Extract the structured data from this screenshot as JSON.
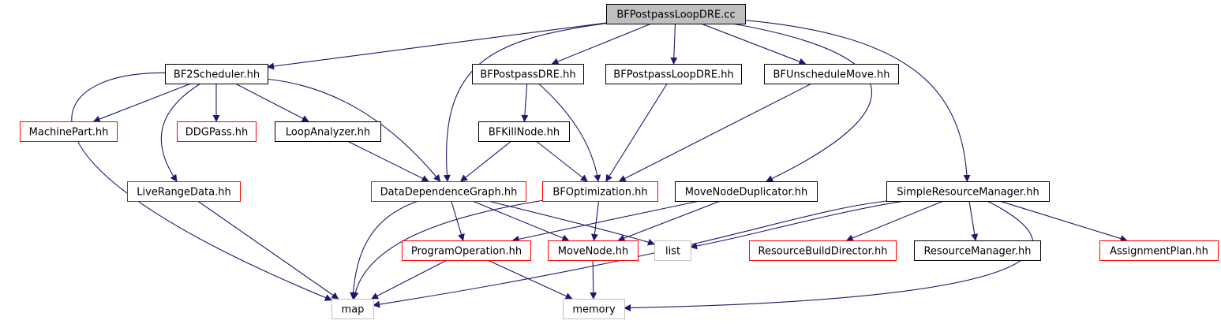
{
  "colors": {
    "edge": "#191970",
    "root_fill": "#bfbfbf",
    "node_fill": "#ffffff",
    "border_documented": "#000000",
    "border_truncated": "#ff0000",
    "border_external": "#bfbfbf"
  },
  "nodes": [
    {
      "id": "root",
      "label": "BFPostpassLoopDRE.cc",
      "kind": "root"
    },
    {
      "id": "bf2sched",
      "label": "BF2Scheduler.hh",
      "kind": "documented"
    },
    {
      "id": "bfpdre",
      "label": "BFPostpassDRE.hh",
      "kind": "documented"
    },
    {
      "id": "bfpldre",
      "label": "BFPostpassLoopDRE.hh",
      "kind": "documented"
    },
    {
      "id": "bfunsched",
      "label": "BFUnscheduleMove.hh",
      "kind": "documented"
    },
    {
      "id": "machinepart",
      "label": "MachinePart.hh",
      "kind": "truncated"
    },
    {
      "id": "ddgpass",
      "label": "DDGPass.hh",
      "kind": "truncated"
    },
    {
      "id": "loopanalyzer",
      "label": "LoopAnalyzer.hh",
      "kind": "documented"
    },
    {
      "id": "bfkillnode",
      "label": "BFKillNode.hh",
      "kind": "documented"
    },
    {
      "id": "liverange",
      "label": "LiveRangeData.hh",
      "kind": "truncated"
    },
    {
      "id": "ddg",
      "label": "DataDependenceGraph.hh",
      "kind": "truncated"
    },
    {
      "id": "bfopt",
      "label": "BFOptimization.hh",
      "kind": "truncated"
    },
    {
      "id": "mndup",
      "label": "MoveNodeDuplicator.hh",
      "kind": "documented"
    },
    {
      "id": "srm",
      "label": "SimpleResourceManager.hh",
      "kind": "documented"
    },
    {
      "id": "progop",
      "label": "ProgramOperation.hh",
      "kind": "truncated"
    },
    {
      "id": "movenode",
      "label": "MoveNode.hh",
      "kind": "truncated"
    },
    {
      "id": "list",
      "label": "list",
      "kind": "external"
    },
    {
      "id": "rbd",
      "label": "ResourceBuildDirector.hh",
      "kind": "truncated"
    },
    {
      "id": "resmgr",
      "label": "ResourceManager.hh",
      "kind": "documented"
    },
    {
      "id": "aplan",
      "label": "AssignmentPlan.hh",
      "kind": "truncated"
    },
    {
      "id": "map",
      "label": "map",
      "kind": "external"
    },
    {
      "id": "memory",
      "label": "memory",
      "kind": "external"
    }
  ],
  "edges": [
    {
      "from": "root",
      "to": "bf2sched"
    },
    {
      "from": "root",
      "to": "bfpdre"
    },
    {
      "from": "root",
      "to": "bfpldre"
    },
    {
      "from": "root",
      "to": "bfunsched"
    },
    {
      "from": "root",
      "to": "ddg"
    },
    {
      "from": "root",
      "to": "mndup"
    },
    {
      "from": "root",
      "to": "srm"
    },
    {
      "from": "bf2sched",
      "to": "machinepart"
    },
    {
      "from": "bf2sched",
      "to": "ddgpass"
    },
    {
      "from": "bf2sched",
      "to": "loopanalyzer"
    },
    {
      "from": "bf2sched",
      "to": "liverange"
    },
    {
      "from": "bf2sched",
      "to": "ddg"
    },
    {
      "from": "bf2sched",
      "to": "map"
    },
    {
      "from": "bfpdre",
      "to": "bfkillnode"
    },
    {
      "from": "bfpdre",
      "to": "bfopt"
    },
    {
      "from": "bfpldre",
      "to": "bfopt"
    },
    {
      "from": "bfunsched",
      "to": "bfopt"
    },
    {
      "from": "loopanalyzer",
      "to": "ddg"
    },
    {
      "from": "bfkillnode",
      "to": "ddg"
    },
    {
      "from": "bfkillnode",
      "to": "bfopt"
    },
    {
      "from": "liverange",
      "to": "map"
    },
    {
      "from": "ddg",
      "to": "progop"
    },
    {
      "from": "ddg",
      "to": "movenode"
    },
    {
      "from": "ddg",
      "to": "list"
    },
    {
      "from": "ddg",
      "to": "map"
    },
    {
      "from": "bfopt",
      "to": "movenode"
    },
    {
      "from": "bfopt",
      "to": "map"
    },
    {
      "from": "mndup",
      "to": "progop"
    },
    {
      "from": "mndup",
      "to": "movenode"
    },
    {
      "from": "srm",
      "to": "list"
    },
    {
      "from": "srm",
      "to": "rbd"
    },
    {
      "from": "srm",
      "to": "resmgr"
    },
    {
      "from": "srm",
      "to": "aplan"
    },
    {
      "from": "srm",
      "to": "map"
    },
    {
      "from": "srm",
      "to": "memory"
    },
    {
      "from": "progop",
      "to": "map"
    },
    {
      "from": "progop",
      "to": "memory"
    },
    {
      "from": "movenode",
      "to": "memory"
    }
  ]
}
